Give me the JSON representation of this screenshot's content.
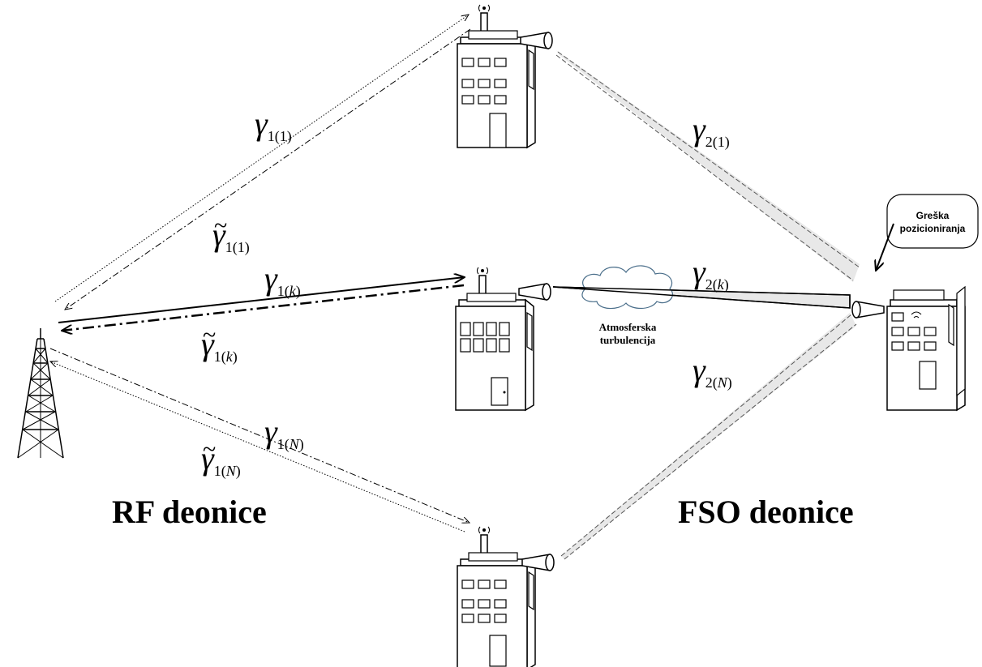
{
  "labels": {
    "rf_section": "RF deonice",
    "fso_section": "FSO deonice",
    "turbulence_line1": "Atmosferska",
    "turbulence_line2": "turbulencija",
    "error_line1": "Greška",
    "error_line2": "pozicioniranja"
  },
  "math": {
    "g11_sym": "γ",
    "g11_sub_a": "1(1)",
    "g11t_sym": "γ",
    "g11t_sub_a": "1(1)",
    "g1k_sym": "γ",
    "g1k_sub_a": "1(",
    "g1k_sub_i": "k",
    "g1k_sub_b": ")",
    "g1kt_sym": "γ",
    "g1kt_sub_a": "1(",
    "g1kt_sub_i": "k",
    "g1kt_sub_b": ")",
    "g1n_sym": "γ",
    "g1n_sub_a": "1(",
    "g1n_sub_i": "N",
    "g1n_sub_b": ")",
    "g1nt_sym": "γ",
    "g1nt_sub_a": "1(",
    "g1nt_sub_i": "N",
    "g1nt_sub_b": ")",
    "g21_sym": "γ",
    "g21_sub_a": "2(1)",
    "g2k_sym": "γ",
    "g2k_sub_a": "2(",
    "g2k_sub_i": "k",
    "g2k_sub_b": ")",
    "g2n_sym": "γ",
    "g2n_sub_a": "2(",
    "g2n_sub_i": "N",
    "g2n_sub_b": ")",
    "tilde": "~"
  },
  "colors": {
    "line": "#000000",
    "beam": "#aaaaaa",
    "cloud": "#4a6e8a",
    "building": "#ffffff"
  },
  "icons": [
    "tower-icon",
    "building-icon",
    "antenna-icon",
    "telescope-icon",
    "cloud-icon",
    "speech-bubble-icon"
  ]
}
